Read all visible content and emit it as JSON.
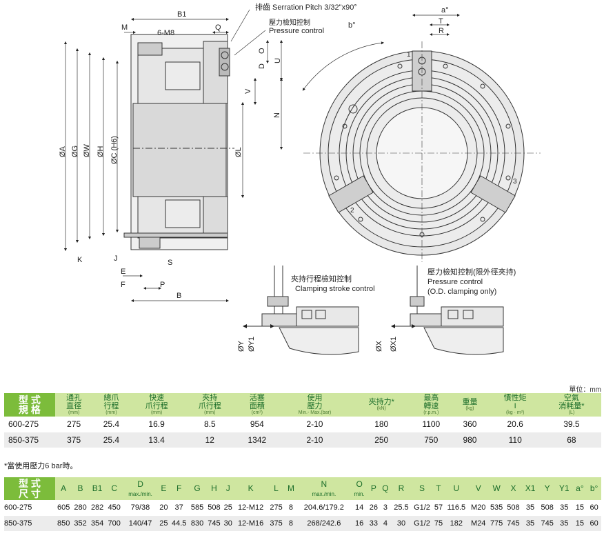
{
  "drawing": {
    "serration_label": "排齒 Serration Pitch 3/32\"x90°",
    "pressure_label_cn": "壓力檢知控制",
    "pressure_label_en": "Pressure control",
    "clamp_label_cn": "夾持行程檢知控制",
    "clamp_label_en": "Clamping stroke control",
    "od_label_cn": "壓力檢知控制(限外徑夾持)",
    "od_label_en": "Pressure control",
    "od_label_en2": "(O.D. clamping only)",
    "dims": {
      "B1": "B1",
      "M": "M",
      "M8": "6-M8",
      "Q": "Q",
      "O": "O",
      "D": "D",
      "U": "U",
      "V": "V",
      "N": "N",
      "L": "ØL",
      "A": "ØA",
      "G": "ØG",
      "W": "ØW",
      "H": "ØH",
      "C": "ØC (H6)",
      "K": "K",
      "J": "J",
      "E": "E",
      "S": "S",
      "F": "F",
      "P": "P",
      "B": "B",
      "a": "a°",
      "b": "b°",
      "T": "T",
      "R": "R",
      "Y": "ØY",
      "Y1": "ØY1",
      "X": "ØX",
      "X1": "ØX1",
      "jaw1": "1",
      "jaw2": "2",
      "jaw3": "3"
    }
  },
  "unit_label": "單位：mm",
  "table1": {
    "headers": [
      {
        "cn": "型 式\n規 格",
        "sub": ""
      },
      {
        "cn": "通孔\n直徑",
        "sub": "(mm)"
      },
      {
        "cn": "總爪\n行程",
        "sub": "(mm)"
      },
      {
        "cn": "快速\n爪行程",
        "sub": "(mm)"
      },
      {
        "cn": "夾持\n爪行程",
        "sub": "(mm)"
      },
      {
        "cn": "活塞\n面積",
        "sub": "(cm²)"
      },
      {
        "cn": "使用\n壓力",
        "sub": "Min.- Max.(bar)"
      },
      {
        "cn": "夾持力*",
        "sub": "(kN)"
      },
      {
        "cn": "最高\n轉速",
        "sub": "(r.p.m.)"
      },
      {
        "cn": "重量",
        "sub": "(kg)"
      },
      {
        "cn": "慣性矩\nI",
        "sub": "(kg · m²)"
      },
      {
        "cn": "空氣\n消耗量*",
        "sub": "(L)"
      }
    ],
    "rows": [
      [
        "600-275",
        "275",
        "25.4",
        "16.9",
        "8.5",
        "954",
        "2-10",
        "180",
        "1100",
        "360",
        "20.6",
        "39.5"
      ],
      [
        "850-375",
        "375",
        "25.4",
        "13.4",
        "12",
        "1342",
        "2-10",
        "250",
        "750",
        "980",
        "110",
        "68"
      ]
    ]
  },
  "note": "*當使用壓力6 bar時。",
  "table2": {
    "first": "型 式\n尺 寸",
    "headers": [
      "A",
      "B",
      "B1",
      "C",
      "D",
      "E",
      "F",
      "G",
      "H",
      "J",
      "K",
      "L",
      "M",
      "N",
      "O",
      "P",
      "Q",
      "R",
      "S",
      "T",
      "U",
      "V",
      "W",
      "X",
      "X1",
      "Y",
      "Y1",
      "a°",
      "b°"
    ],
    "subs": {
      "D": "max./min.",
      "N": "max./min.",
      "O": "min."
    },
    "rows": [
      [
        "600-275",
        "605",
        "280",
        "282",
        "450",
        "79/38",
        "20",
        "37",
        "585",
        "508",
        "25",
        "12-M12",
        "275",
        "8",
        "204.6/179.2",
        "14",
        "26",
        "3",
        "25.5",
        "G1/2",
        "57",
        "116.5",
        "M20",
        "535",
        "508",
        "35",
        "508",
        "35",
        "15",
        "60"
      ],
      [
        "850-375",
        "850",
        "352",
        "354",
        "700",
        "140/47",
        "25",
        "44.5",
        "830",
        "745",
        "30",
        "12-M16",
        "375",
        "8",
        "268/242.6",
        "16",
        "33",
        "4",
        "30",
        "G1/2",
        "75",
        "182",
        "M24",
        "775",
        "745",
        "35",
        "745",
        "35",
        "15",
        "60"
      ]
    ]
  }
}
